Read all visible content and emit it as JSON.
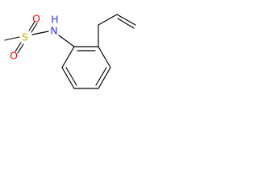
{
  "molecule": {
    "atoms": {
      "sulfur": "S",
      "oxygen_top": "O",
      "oxygen_bottom": "O",
      "nitrogen": "N",
      "nitrogen_hydrogen": "H"
    },
    "colors": {
      "sulfur": "#b8b800",
      "oxygen": "#ff0000",
      "nitrogen": "#3333ff",
      "bond": "#000000"
    }
  }
}
